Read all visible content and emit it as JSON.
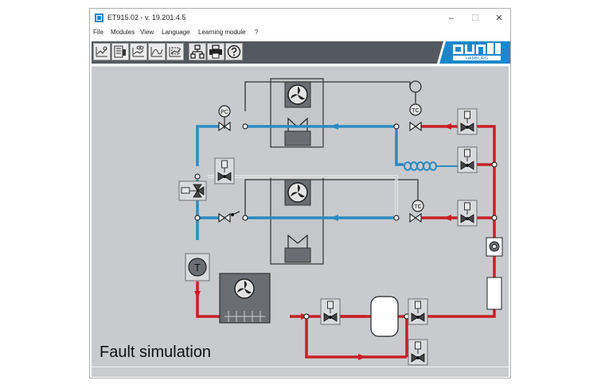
{
  "window": {
    "title": "ET915.02 - v. 19.201.4.5",
    "controls": {
      "minimize": "–",
      "maximize": "☐",
      "close": "✕"
    }
  },
  "menu": [
    "File",
    "Modules",
    "View",
    "Language",
    "Learning module",
    "?"
  ],
  "toolbar": {
    "buttons": [
      "diagram-view",
      "measurement-view",
      "observer-view",
      "chart-view",
      "chart-compare-view",
      "network-view",
      "print",
      "help"
    ]
  },
  "brand": {
    "logo": "gunt",
    "subtitle": "HAMBURG"
  },
  "canvas": {
    "caption": "Fault simulation",
    "instrument_labels": {
      "pc": "PC",
      "tc_top": "TC",
      "tc_bottom": "TC",
      "temperature": "T"
    }
  },
  "colors": {
    "hot_line": "#c62026",
    "cold_line": "#2a8ac3",
    "canvas_bg": "#c8cacd",
    "toolbar_bg": "#53595f",
    "brand_blue": "#1b87c9"
  }
}
